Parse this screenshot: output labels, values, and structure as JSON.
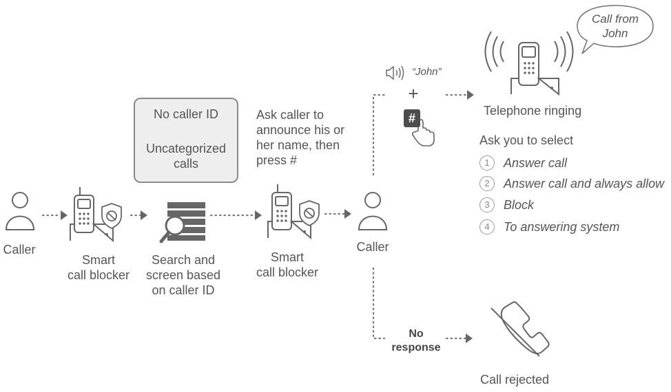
{
  "nodes": {
    "caller_left": "Caller",
    "blocker_left": "Smart\ncall blocker",
    "search": "Search and\nscreen based\non caller ID",
    "blocker_mid": "Smart\ncall blocker",
    "caller_right": "Caller",
    "ringing": "Telephone ringing",
    "rejected": "Call rejected"
  },
  "screen_box": {
    "line1": "No caller ID",
    "line2": "Uncategorized\ncalls"
  },
  "ask_caller": "Ask caller to\nannounce his or\nher name, then\npress #",
  "announcement": {
    "name": "“John”",
    "plus": "+",
    "key": "#"
  },
  "bubble": "Call from\nJohn",
  "ask_select": {
    "title": "Ask you to select",
    "options": [
      {
        "num": "1",
        "label": "Answer call"
      },
      {
        "num": "2",
        "label": "Answer call and always allow"
      },
      {
        "num": "3",
        "label": "Block"
      },
      {
        "num": "4",
        "label": "To answering system"
      }
    ]
  },
  "no_response": "No\nresponse",
  "colors": {
    "icon": "#666666",
    "text": "#555555",
    "box_fill": "#eeeeee",
    "box_border": "#8a8a8a",
    "key_fill": "#4d4d4d"
  }
}
